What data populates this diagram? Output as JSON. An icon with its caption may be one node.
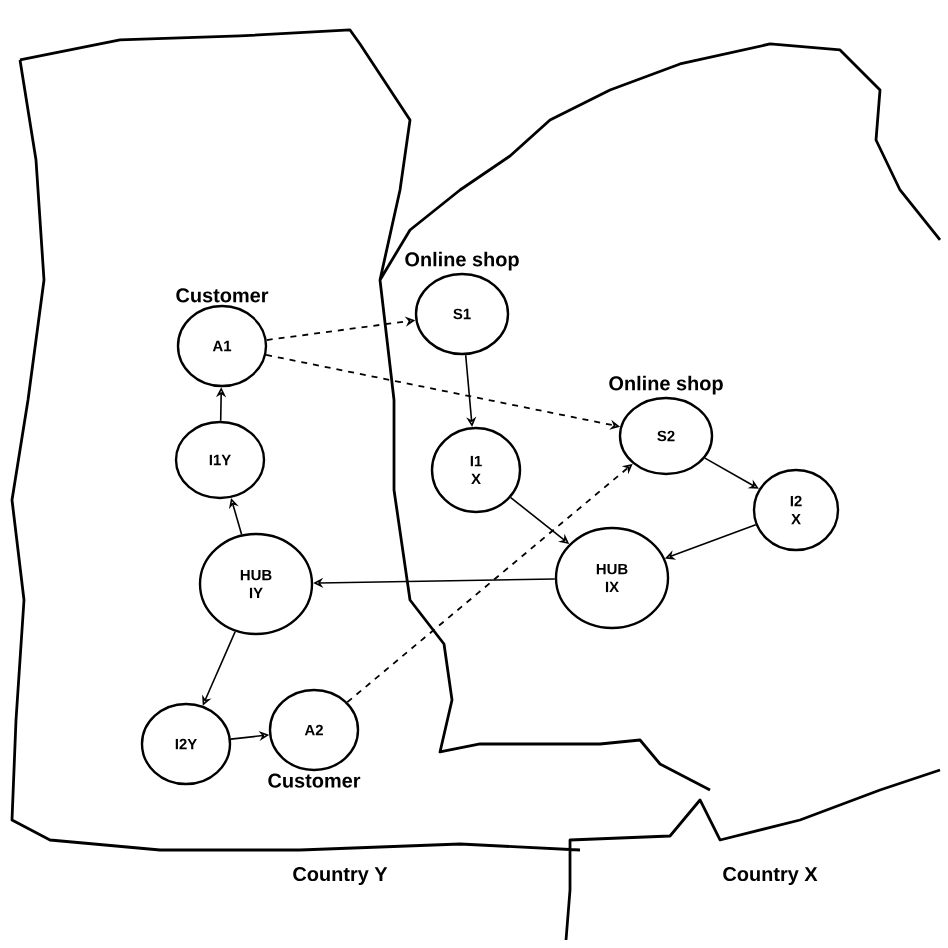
{
  "diagram": {
    "nodes": [
      {
        "text": [
          "A1"
        ],
        "beside": [
          "Customer"
        ]
      },
      {
        "text": [
          "S1"
        ],
        "beside": [
          "Online shop"
        ]
      },
      {
        "text": [
          "I1Y"
        ]
      },
      {
        "text": [
          "I1 X"
        ]
      },
      {
        "text": [
          "S2"
        ],
        "beside": [
          "Online shop"
        ]
      },
      {
        "text": [
          "I2 X"
        ]
      },
      {
        "text": [
          "HUB IY"
        ]
      },
      {
        "text": [
          "HUB IX"
        ]
      },
      {
        "text": [
          "I2Y"
        ]
      },
      {
        "text": [
          "A2"
        ],
        "beside": [
          "Customer"
        ]
      }
    ],
    "edges": [
      {
        "from": 0,
        "to": 1,
        "arrow": "to",
        "style": "dashed"
      },
      {
        "from": 0,
        "to": 4,
        "arrow": "to",
        "style": "dashed"
      },
      {
        "from": 1,
        "to": 3,
        "arrow": "to"
      },
      {
        "from": 3,
        "to": 7,
        "arrow": "to"
      },
      {
        "from": 4,
        "to": 5,
        "arrow": "to"
      },
      {
        "from": 5,
        "to": 7,
        "arrow": "to"
      },
      {
        "from": 7,
        "to": 6,
        "arrow": "to"
      },
      {
        "from": 6,
        "to": 2,
        "arrow": "to"
      },
      {
        "from": 2,
        "to": 0,
        "arrow": "to"
      },
      {
        "from": 6,
        "to": 8,
        "arrow": "to"
      },
      {
        "from": 8,
        "to": 9,
        "arrow": "to"
      },
      {
        "from": 9,
        "to": 4,
        "arrow": "to",
        "style": "dashed"
      }
    ],
    "labels": [
      "Country Y",
      "Country X"
    ]
  }
}
